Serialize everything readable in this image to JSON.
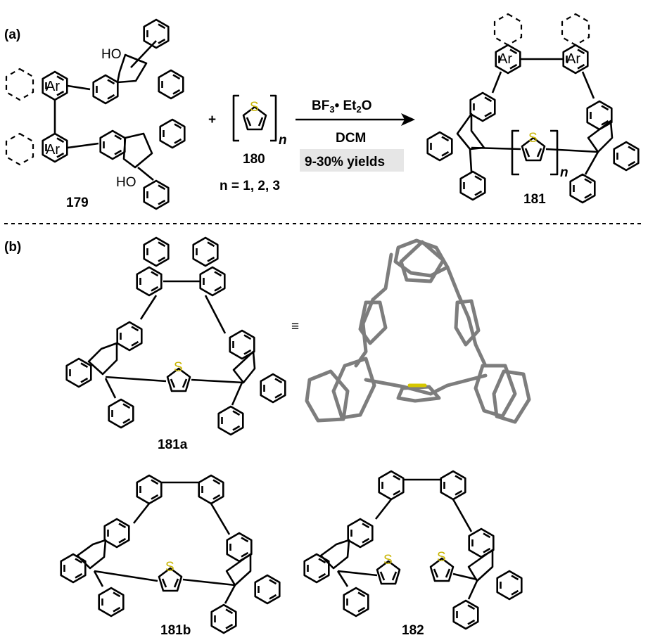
{
  "panel_a": {
    "label": "(a)",
    "reactant_label": "179",
    "reagent_label": "180",
    "product_label": "181",
    "plus": "+",
    "repeat_n": "n",
    "n_values": "n = 1, 2, 3",
    "hydroxyl": "HO",
    "aryl_text": "Ar",
    "conditions": {
      "reagent_main": "BF",
      "reagent_sub1": "3",
      "reagent_mid": "• Et",
      "reagent_sub2": "2",
      "reagent_end": "O",
      "solvent": "DCM",
      "yield": "9-30% yields"
    },
    "sulfur": "S"
  },
  "panel_b": {
    "label": "(b)",
    "equiv_symbol": "≡",
    "compounds": [
      "181a",
      "181b",
      "182"
    ],
    "sulfur": "S"
  },
  "colors": {
    "sulfur": "#c8b400",
    "xray_bonds": "#7d7d7d",
    "yield_box": "#e6e6e6"
  }
}
